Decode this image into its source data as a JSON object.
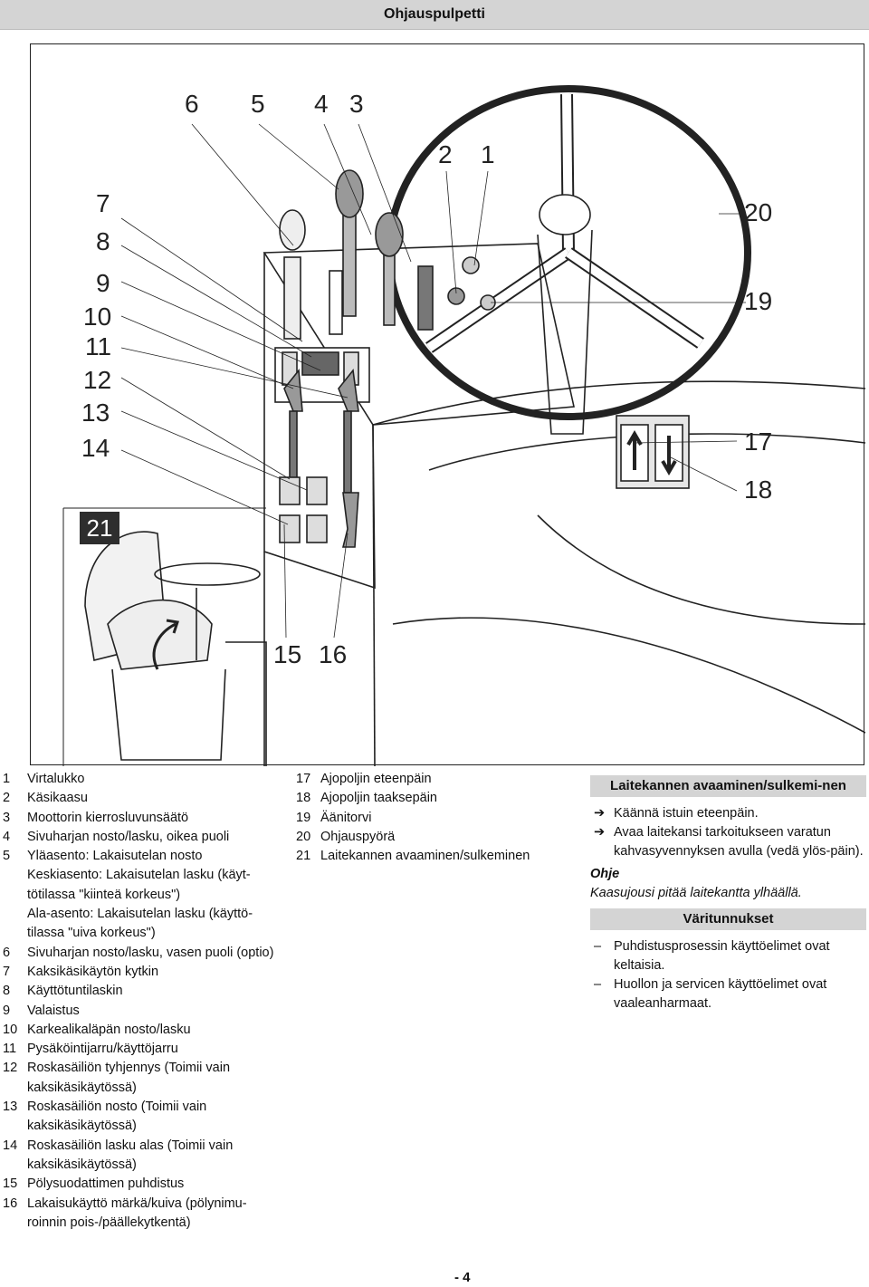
{
  "header": {
    "title": "Ohjauspulpetti"
  },
  "figure": {
    "callouts": [
      "6",
      "5",
      "4",
      "3",
      "2",
      "1",
      "7",
      "8",
      "9",
      "10",
      "11",
      "12",
      "13",
      "14",
      "20",
      "19",
      "17",
      "18",
      "15",
      "16"
    ],
    "inset_label": "21"
  },
  "legend_left": [
    {
      "num": "1",
      "text": "Virtalukko"
    },
    {
      "num": "2",
      "text": "Käsikaasu"
    },
    {
      "num": "3",
      "text": "Moottorin kierrosluvunsäätö"
    },
    {
      "num": "4",
      "text": "Sivuharjan nosto/lasku, oikea puoli"
    },
    {
      "num": "5",
      "text": "Yläasento: Lakaisutelan nosto"
    },
    {
      "num": "",
      "text": "Keskiasento: Lakaisutelan lasku (käyt-tötilassa \"kiinteä korkeus\")"
    },
    {
      "num": "",
      "text": "Ala-asento: Lakaisutelan lasku (käyttö-tilassa \"uiva korkeus\")"
    },
    {
      "num": "6",
      "text": "Sivuharjan nosto/lasku, vasen puoli (optio)"
    },
    {
      "num": "7",
      "text": "Kaksikäsikäytön kytkin"
    },
    {
      "num": "8",
      "text": "Käyttötuntilaskin"
    },
    {
      "num": "9",
      "text": "Valaistus"
    },
    {
      "num": "10",
      "text": "Karkealikaläpän nosto/lasku"
    },
    {
      "num": "11",
      "text": "Pysäköintijarru/käyttöjarru"
    },
    {
      "num": "12",
      "text": "Roskasäiliön tyhjennys (Toimii vain kaksikäsikäytössä)"
    },
    {
      "num": "13",
      "text": "Roskasäiliön nosto (Toimii vain kaksikäsikäytössä)"
    },
    {
      "num": "14",
      "text": "Roskasäiliön lasku alas (Toimii vain kaksikäsikäytössä)"
    },
    {
      "num": "15",
      "text": "Pölysuodattimen puhdistus"
    },
    {
      "num": "16",
      "text": "Lakaisukäyttö märkä/kuiva (pölynimu-roinnin pois-/päällekytkentä)"
    }
  ],
  "legend_mid": [
    {
      "num": "17",
      "text": "Ajopoljin eteenpäin"
    },
    {
      "num": "18",
      "text": "Ajopoljin taaksepäin"
    },
    {
      "num": "19",
      "text": "Äänitorvi"
    },
    {
      "num": "20",
      "text": "Ohjauspyörä"
    },
    {
      "num": "21",
      "text": "Laitekannen avaaminen/sulkeminen"
    }
  ],
  "right": {
    "section1_title": "Laitekannen avaaminen/sulkemi-nen",
    "steps": [
      "Käännä istuin eteenpäin.",
      "Avaa laitekansi tarkoitukseen varatun kahvasyvennyksen avulla (vedä ylös-päin)."
    ],
    "note_title": "Ohje",
    "note_text": "Kaasujousi pitää laitekantta ylhäällä.",
    "section2_title": "Väritunnukset",
    "color_items": [
      "Puhdistusprosessin käyttöelimet ovat keltaisia.",
      "Huollon ja servicen käyttöelimet ovat vaaleanharmaat."
    ]
  },
  "page_number": "- 4"
}
